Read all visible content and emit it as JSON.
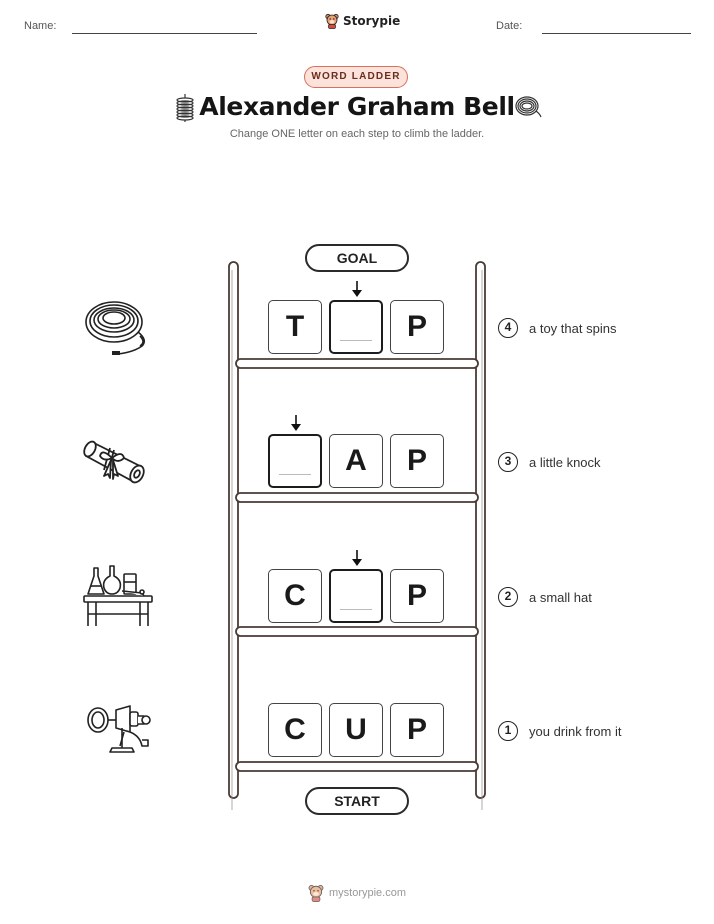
{
  "header": {
    "name_label": "Name:",
    "date_label": "Date:",
    "brand": "Storypie"
  },
  "badge": "WORD LADDER",
  "title": "Alexander Graham Bell",
  "subtitle": "Change ONE letter on each step to climb the ladder.",
  "ladder": {
    "goal_label": "GOAL",
    "start_label": "START",
    "rows": [
      {
        "number": "4",
        "letters": [
          "T",
          "",
          "P"
        ],
        "clue": "a toy that spins",
        "icon": "coiled-wire-icon"
      },
      {
        "number": "3",
        "letters": [
          "",
          "A",
          "P"
        ],
        "clue": "a little knock",
        "icon": "scroll-icon"
      },
      {
        "number": "2",
        "letters": [
          "C",
          "",
          "P"
        ],
        "clue": "a small hat",
        "icon": "lab-table-icon"
      },
      {
        "number": "1",
        "letters": [
          "C",
          "U",
          "P"
        ],
        "clue": "you drink from it",
        "icon": "telephone-apparatus-icon"
      }
    ]
  },
  "footer": {
    "site": "mystorypie.com"
  }
}
